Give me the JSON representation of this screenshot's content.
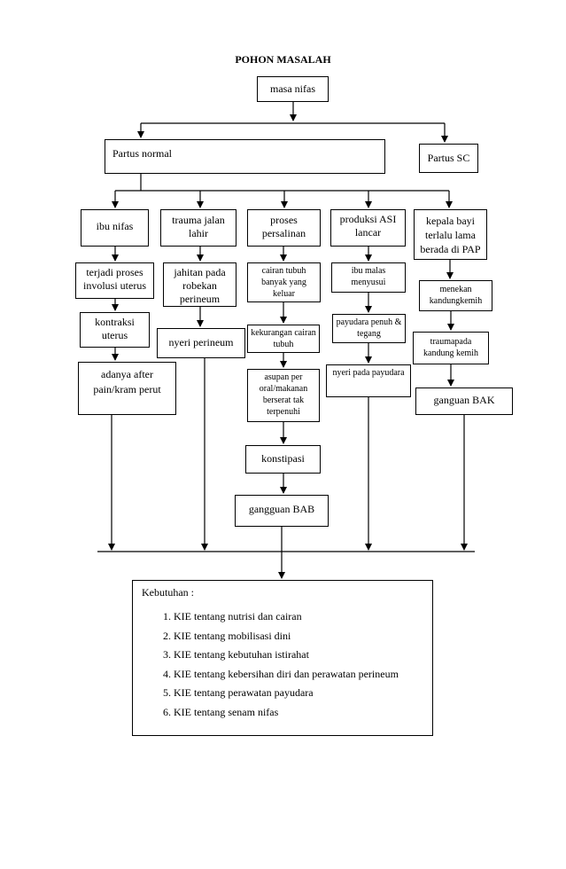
{
  "title": "POHON MASALAH",
  "root": "masa nifas",
  "branches": [
    "Partus normal",
    "Partus SC"
  ],
  "columns": {
    "col1": [
      "ibu nifas",
      "terjadi proses involusi  uterus",
      "kontraksi uterus",
      "adanya after pain/kram perut"
    ],
    "col2": [
      "trauma jalan lahir",
      "jahitan pada robekan perineum",
      "nyeri perineum"
    ],
    "col3": [
      "proses persalinan",
      "cairan tubuh banyak yang keluar",
      "kekurangan cairan tubuh",
      "asupan per oral/makanan berserat tak terpenuhi",
      "konstipasi",
      "gangguan BAB"
    ],
    "col4": [
      "produksi ASI lancar",
      "ibu malas menyusui",
      "payudara penuh & tegang",
      "nyeri pada payudara"
    ],
    "col5": [
      "kepala bayi terlalu lama berada di PAP",
      "menekan kandungkemih",
      "traumapada kandung kemih",
      "ganguan BAK"
    ]
  },
  "needs": {
    "heading": "Kebutuhan :",
    "items": [
      "KIE tentang nutrisi dan cairan",
      "KIE tentang mobilisasi dini",
      "KIE tentang kebutuhan istirahat",
      "KIE tentang kebersihan diri dan perawatan perineum",
      "KIE tentang perawatan payudara",
      "KIE tentang senam nifas"
    ]
  }
}
